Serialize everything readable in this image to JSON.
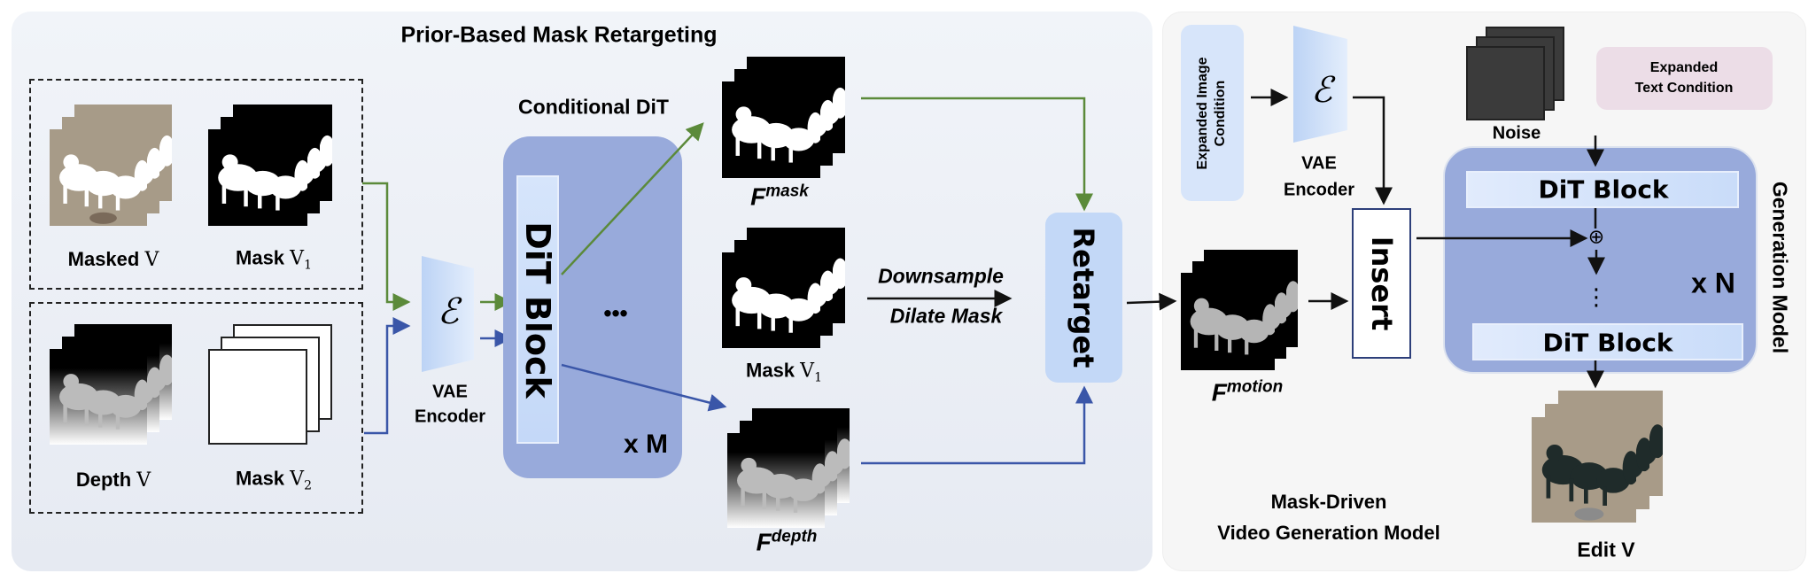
{
  "left_panel": {
    "title": "Prior-Based Mask Retargeting",
    "inputs": {
      "masked_v": {
        "word": "Masked",
        "sym": "V"
      },
      "mask_v1": {
        "word": "Mask",
        "sym": "V",
        "sub": "1"
      },
      "depth_v": {
        "word": "Depth",
        "sym": "V"
      },
      "mask_v2": {
        "word": "Mask",
        "sym": "V",
        "sub": "2"
      }
    },
    "encoder": {
      "symbol": "ℰ",
      "label_line1": "VAE",
      "label_line2": "Encoder"
    },
    "conditional_dit": {
      "title": "Conditional DiT",
      "block": "DiT Block",
      "dots": "•••",
      "repeat": "x M"
    },
    "outputs": {
      "f_mask": {
        "base": "F",
        "sup": "mask"
      },
      "mask_v1": {
        "word": "Mask",
        "sym": "V",
        "sub": "1"
      },
      "f_depth": {
        "base": "F",
        "sup": "depth"
      }
    },
    "op_top": "Downsample",
    "op_bottom": "Dilate Mask",
    "retarget": "Retarget"
  },
  "right_panel": {
    "image_condition": "Expanded Image Condition",
    "encoder": {
      "symbol": "ℰ",
      "label_line1": "VAE",
      "label_line2": "Encoder"
    },
    "noise": "Noise",
    "text_condition_line1": "Expanded",
    "text_condition_line2": "Text Condition",
    "f_motion": {
      "base": "F",
      "sup": "motion"
    },
    "insert": "Insert",
    "dit_block_top": "DiT  Block",
    "dit_block_bottom": "DiT  Block",
    "plus": "⊕",
    "vdots": "⋮",
    "repeat": "x N",
    "generation_model": "Generation Model",
    "caption_line1": "Mask-Driven",
    "caption_line2": "Video Generation Model",
    "output": "Edit V"
  },
  "colors": {
    "green_arrow": "#5b8a3a",
    "blue_arrow": "#3a56a8",
    "dit_outer": "#98aadb",
    "dit_inner": "#d6e5fb",
    "retarget": "#c3d8f7",
    "text_condition": "#ecdde7",
    "image_condition": "#d7e5fa"
  }
}
